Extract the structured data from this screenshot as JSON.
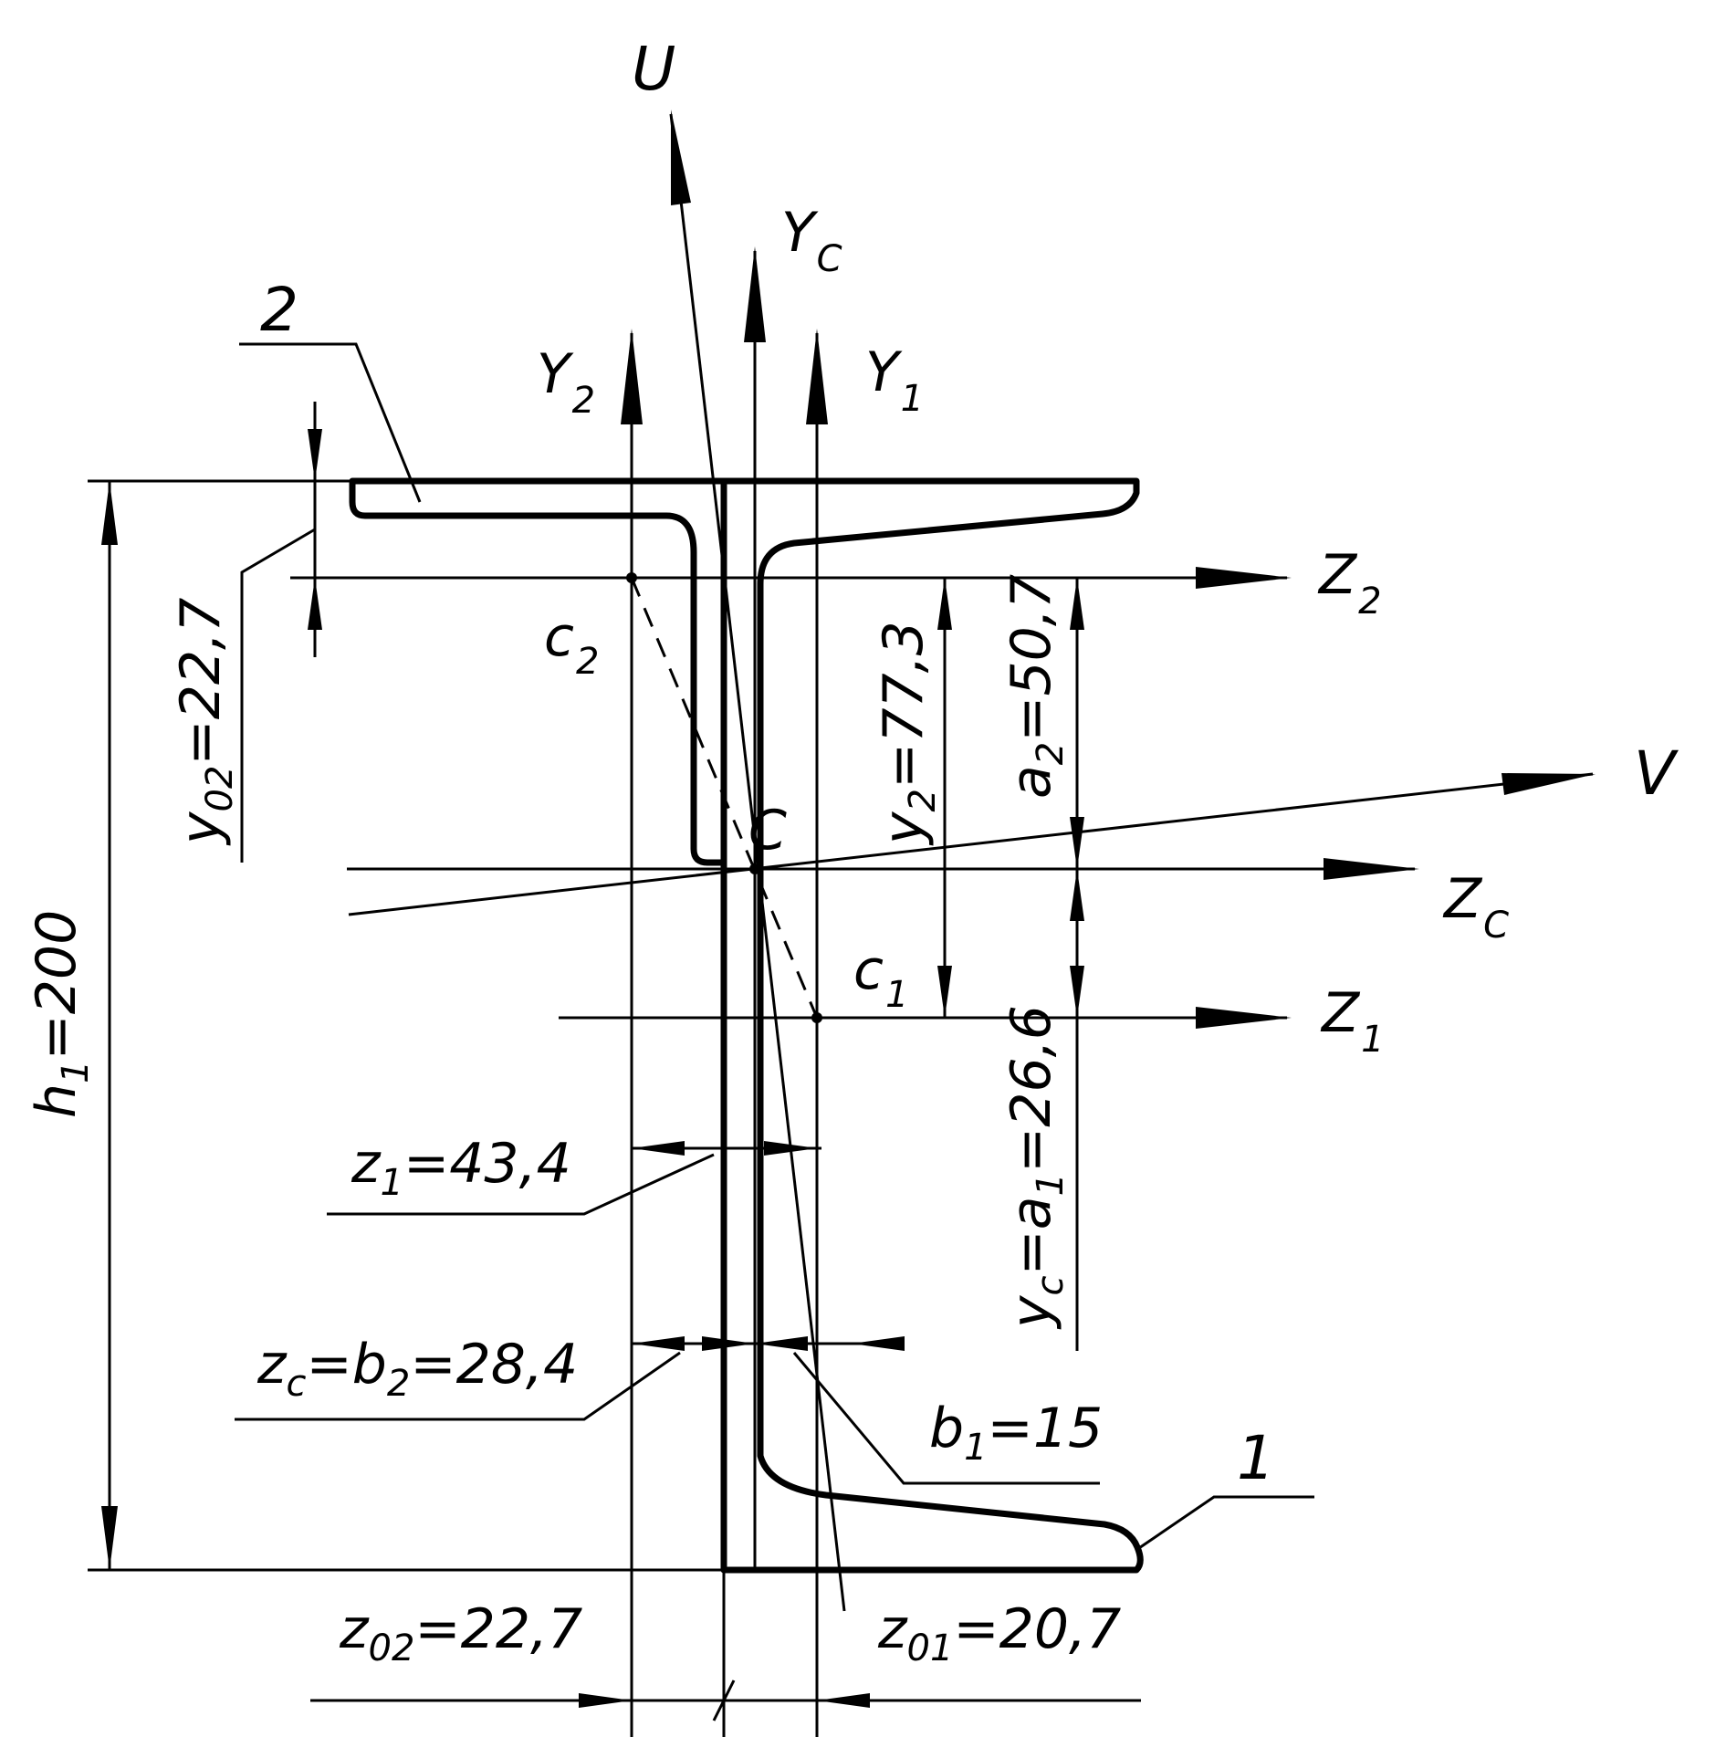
{
  "labels": {
    "axis_u": "U",
    "axis_v": "V",
    "axis_yc": "Y",
    "axis_yc_sub": "C",
    "axis_y2": "Y",
    "axis_y2_sub": "2",
    "axis_y1": "Y",
    "axis_y1_sub": "1",
    "axis_z2": "Z",
    "axis_z2_sub": "2",
    "axis_zc": "Z",
    "axis_zc_sub": "C",
    "axis_z1": "Z",
    "axis_z1_sub": "1",
    "point_c": "C",
    "point_c1": "c",
    "point_c1_sub": "1",
    "point_c2": "c",
    "point_c2_sub": "2",
    "part_1": "1",
    "part_2": "2"
  },
  "dimensions": {
    "h1": {
      "sym": "h",
      "sub": "1",
      "val": "=200"
    },
    "y02": {
      "sym": "y",
      "sub": "02",
      "val": "=22,7"
    },
    "y2": {
      "sym": "y",
      "sub": "2",
      "val": "=77,3"
    },
    "a2": {
      "sym": "a",
      "sub": "2",
      "val": "=50,7"
    },
    "yc": {
      "sym": "y",
      "sub": "c",
      "mid": "=a",
      "mid_sub": "1",
      "val": "=26,6"
    },
    "z1": {
      "sym": "z",
      "sub": "1",
      "val": "=43,4"
    },
    "zc": {
      "sym": "z",
      "sub": "c",
      "mid": "=b",
      "mid_sub": "2",
      "val": "=28,4"
    },
    "b1": {
      "sym": "b",
      "sub": "1",
      "val": "=15"
    },
    "z02": {
      "sym": "z",
      "sub": "02",
      "val": "=22,7"
    },
    "z01": {
      "sym": "z",
      "sub": "01",
      "val": "=20,7"
    }
  }
}
